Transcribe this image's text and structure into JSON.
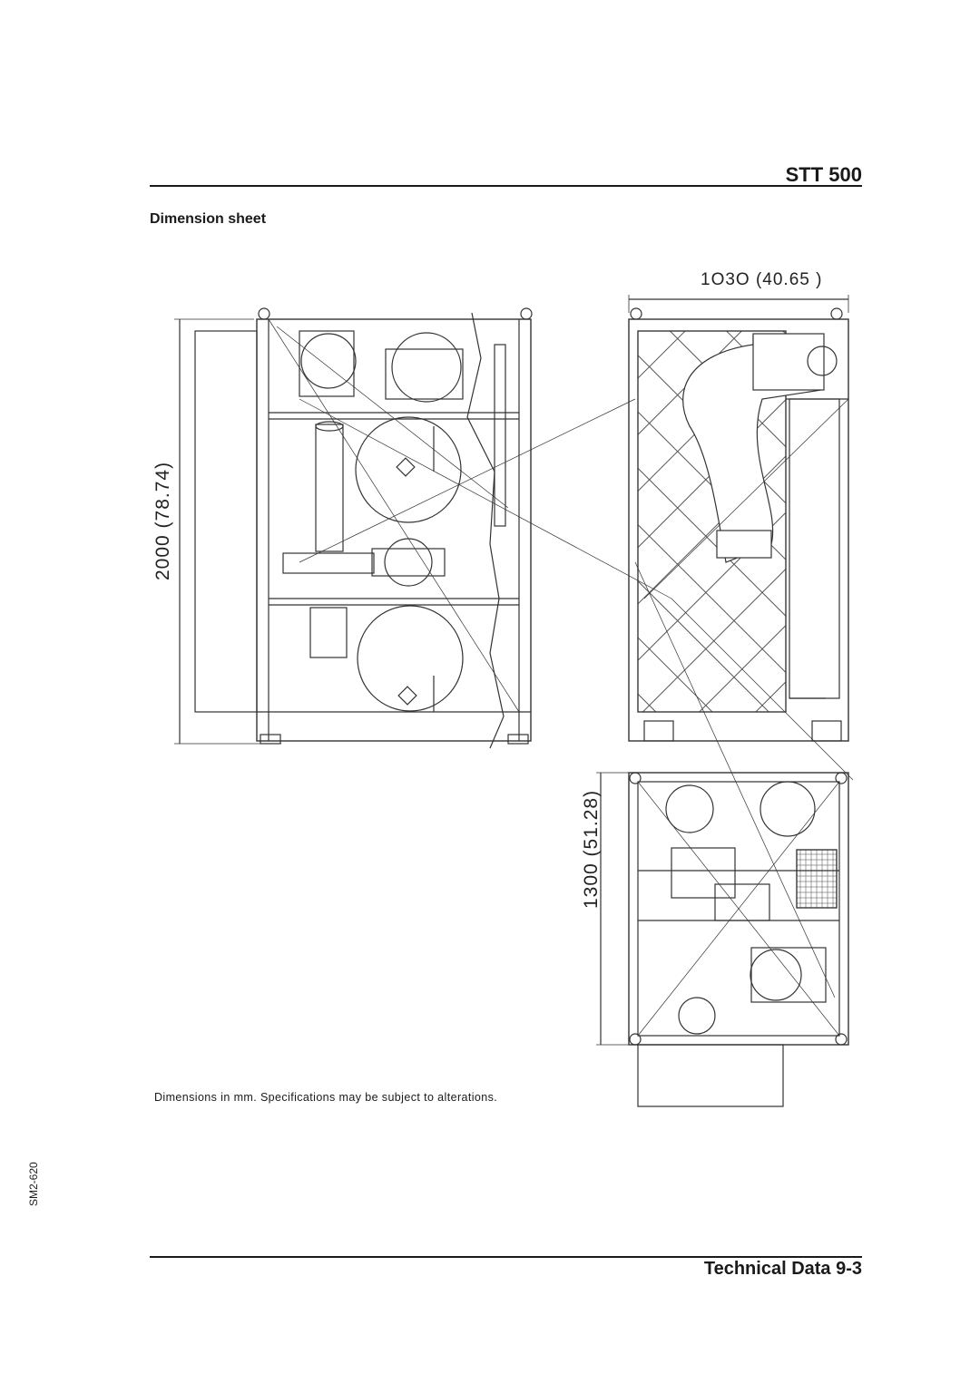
{
  "header": {
    "model": "STT 500",
    "section": "Dimension sheet"
  },
  "drawing": {
    "width_label": "1O3O (40.65 )",
    "height_label": "2000 (78.74)",
    "depth_label": "1300 (51.28)"
  },
  "footnote": "Dimensions in mm. Specifications may be subject to alterations.",
  "doc_code": "SM2-620",
  "footer": {
    "page_title": "Technical Data 9-3"
  }
}
